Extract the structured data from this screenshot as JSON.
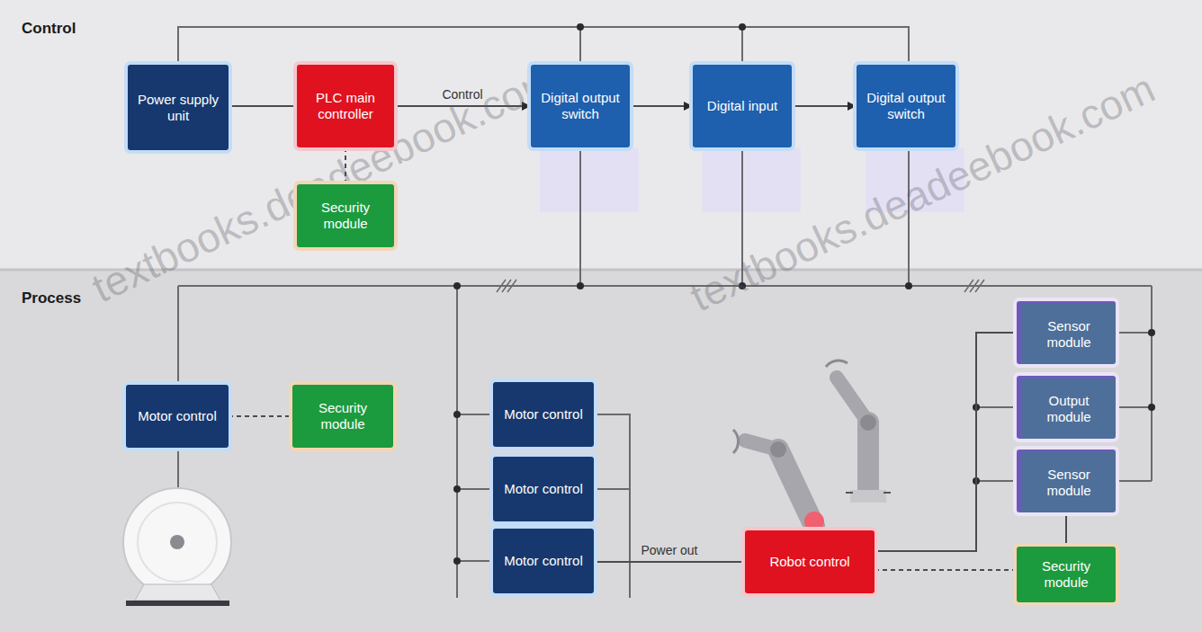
{
  "diagram": {
    "nodes": [
      {
        "text": [
          "Control"
        ]
      },
      {
        "text": [
          "Power supply unit"
        ],
        "in": 0
      },
      {
        "text": [
          "PLC main controller"
        ],
        "in": 0
      },
      {
        "text": [
          "Digital output switch"
        ],
        "in": 0
      },
      {
        "text": [
          "Digital input"
        ],
        "in": 0
      },
      {
        "text": [
          "Digital output switch"
        ],
        "in": 0
      },
      {
        "text": [
          "Security module"
        ],
        "in": 0
      },
      {
        "text": [
          "Process"
        ]
      },
      {
        "text": [
          "Motor control"
        ],
        "in": 7
      },
      {
        "text": [
          "Security module"
        ],
        "in": 7
      },
      {
        "text": [
          "Motor control"
        ],
        "in": 7
      },
      {
        "text": [
          "Motor control"
        ],
        "in": 7
      },
      {
        "text": [
          "Motor control"
        ],
        "in": 7
      },
      {
        "text": [
          "Robot control"
        ],
        "in": 7
      },
      {
        "text": [
          "Sensor module"
        ],
        "in": 7
      },
      {
        "text": [
          "Output module"
        ],
        "in": 7
      },
      {
        "text": [
          "Sensor module"
        ],
        "in": 7
      },
      {
        "text": [
          "Security module"
        ],
        "in": 7
      }
    ],
    "edges": [
      {
        "from": 1,
        "to": 2,
        "arrow": "none"
      },
      {
        "from": 2,
        "to": 3,
        "label": "Control",
        "arrow": "to"
      },
      {
        "from": 3,
        "to": 4,
        "arrow": "to"
      },
      {
        "from": 4,
        "to": 5,
        "arrow": "to"
      },
      {
        "from": 2,
        "to": 6,
        "arrow": "none"
      },
      {
        "from": 8,
        "to": 9,
        "arrow": "none"
      },
      {
        "from": 12,
        "to": 13,
        "label": "Power out",
        "arrow": "none"
      },
      {
        "from": 13,
        "to": 14,
        "arrow": "none"
      },
      {
        "from": 17,
        "to": 13,
        "arrow": "none"
      },
      {
        "from": 16,
        "to": 17,
        "arrow": "none"
      }
    ],
    "labels": [
      "textbooks.deadeebook.com",
      "textbooks.deadeebook.com"
    ]
  }
}
